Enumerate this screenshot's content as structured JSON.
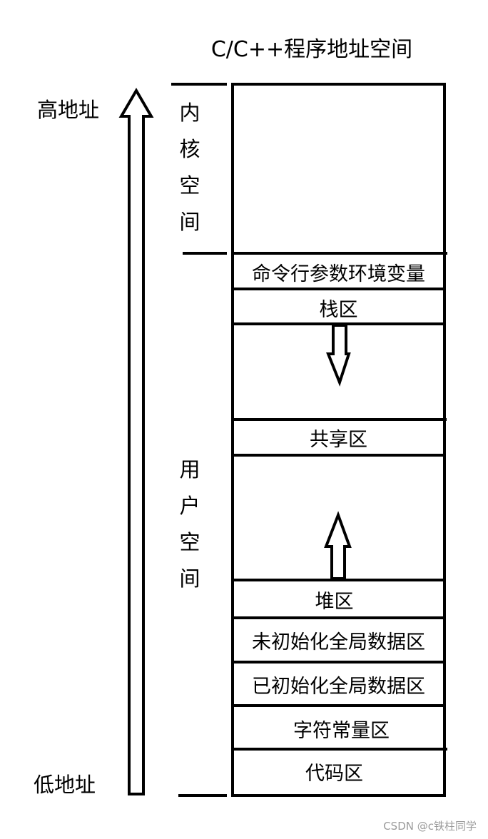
{
  "diagram": {
    "title": "C/C++程序地址空间",
    "high_label": "高地址",
    "low_label": "低地址",
    "kernel_label": "内核空间",
    "user_label": "用户空间",
    "segments": {
      "cmdline_env": "命令行参数环境变量",
      "stack": "栈区",
      "shared": "共享区",
      "heap": "堆区",
      "bss": "未初始化全局数据区",
      "data": "已初始化全局数据区",
      "rodata": "字符常量区",
      "text": "代码区"
    },
    "stack_growth": "down",
    "heap_growth": "up"
  },
  "watermark": "CSDN @c铁柱同学"
}
